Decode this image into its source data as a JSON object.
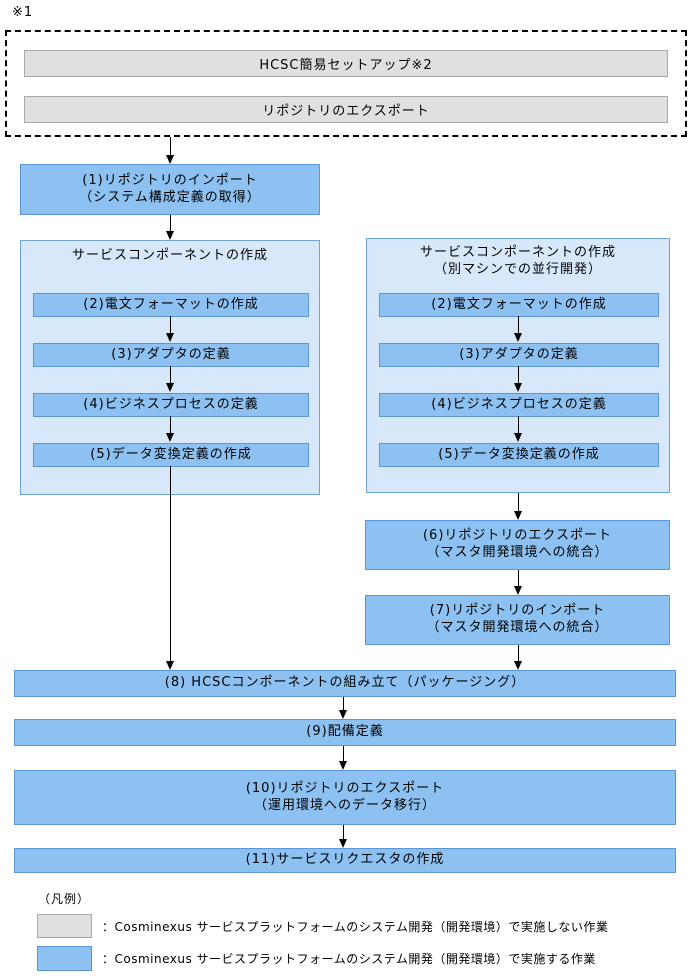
{
  "note_ref": "※1",
  "pre_setup": {
    "boxes": [
      {
        "label": "HCSC簡易セットアップ※2"
      },
      {
        "label": "リポジトリのエクスポート"
      }
    ]
  },
  "flow": {
    "step1": {
      "line1": "(1)リポジトリのインポート",
      "line2": "（システム構成定義の取得）"
    },
    "left_group": {
      "title": "サービスコンポーネントの作成",
      "steps": [
        "(2)電文フォーマットの作成",
        "(3)アダプタの定義",
        "(4)ビジネスプロセスの定義",
        "(5)データ変換定義の作成"
      ]
    },
    "right_group": {
      "title_line1": "サービスコンポーネントの作成",
      "title_line2": "（別マシンでの並行開発）",
      "steps": [
        "(2)電文フォーマットの作成",
        "(3)アダプタの定義",
        "(4)ビジネスプロセスの定義",
        "(5)データ変換定義の作成"
      ]
    },
    "step6": {
      "line1": "(6)リポジトリのエクスポート",
      "line2": "（マスタ開発環境への統合）"
    },
    "step7": {
      "line1": "(7)リポジトリのインポート",
      "line2": "（マスタ開発環境への統合）"
    },
    "step8": "(8) HCSCコンポーネントの組み立て（パッケージング）",
    "step9": "(9)配備定義",
    "step10": {
      "line1": "(10)リポジトリのエクスポート",
      "line2": "（運用環境へのデータ移行）"
    },
    "step11": "(11)サービスリクエスタの作成"
  },
  "legend": {
    "title": "（凡例）",
    "items": [
      {
        "swatch": "gray",
        "label": "：Cosminexus サービスプラットフォームのシステム開発（開発環境）で実施しない作業"
      },
      {
        "swatch": "blue",
        "label": "：Cosminexus サービスプラットフォームのシステム開発（開発環境）で実施する作業"
      }
    ]
  },
  "colors": {
    "box_blue_fill": "#8cc1f1",
    "box_blue_border": "#5c96d9",
    "group_fill": "#d8e8fb",
    "group_border": "#6fa3dc",
    "gray_fill": "#e0e0e0",
    "gray_border": "#a8a8a8",
    "connector": "#000000"
  }
}
